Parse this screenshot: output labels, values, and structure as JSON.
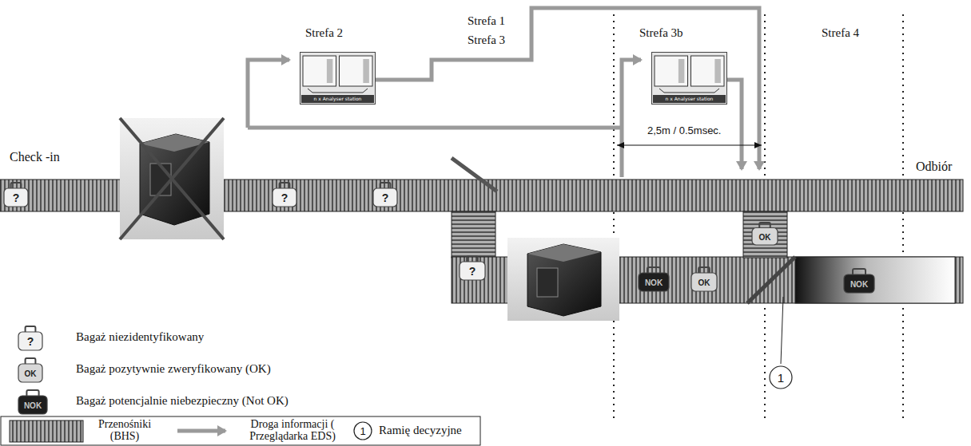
{
  "diagram": {
    "nodes": [
      {
        "text": [
          "n x Analyser station"
        ]
      },
      {
        "text": [
          "n x Analyser station"
        ]
      },
      {
        "text": [
          "?"
        ]
      },
      {
        "text": [
          "?"
        ]
      },
      {
        "text": [
          "?"
        ]
      },
      {
        "text": [
          "OK"
        ]
      },
      {
        "text": [
          "?"
        ]
      },
      {
        "text": [
          "NOK"
        ]
      },
      {
        "text": [
          "OK"
        ]
      },
      {
        "text": [
          "NOK"
        ]
      },
      {
        "text": [
          "1"
        ]
      },
      {
        "text": [
          "?"
        ]
      },
      {
        "text": [
          "OK"
        ]
      },
      {
        "text": [
          "NOK"
        ]
      },
      {
        "text": [
          "1"
        ]
      }
    ],
    "labels": [
      "Check -in",
      "Odbiór",
      "Strefa 2",
      "Strefa 1",
      "Strefa 3",
      "Strefa 3b",
      "Strefa 4",
      "2,5m / 0.5msec."
    ],
    "legend": [
      {
        "text": "Bagaż niezidentyfikowany"
      },
      {
        "text": "Bagaż pozytywnie zweryfikowany (OK)"
      },
      {
        "text": "Bagaż potencjalnie niebezpieczny (Not OK)"
      },
      {
        "text": "Przenośniki (BHS)"
      },
      {
        "text": "Droga informacji ( Przeglądarka EDS)"
      },
      {
        "text": "Ramię decyzyjne"
      }
    ]
  }
}
